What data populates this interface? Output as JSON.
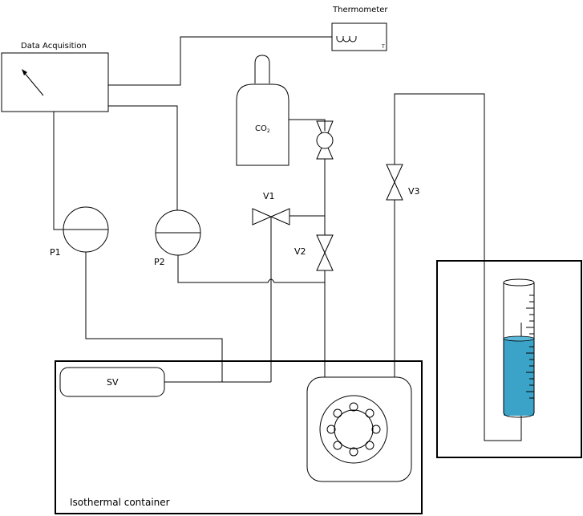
{
  "labels": {
    "thermometer": "Thermometer",
    "data_acquisition": "Data Acquisition",
    "gas_main": "CO",
    "gas_sub": "2",
    "v1": "V1",
    "v2": "V2",
    "v3": "V3",
    "p1": "P1",
    "p2": "P2",
    "sv": "SV",
    "isothermal": "Isothermal container",
    "thermometer_mark": "T"
  },
  "colors": {
    "liquid": "#3ba3c8"
  }
}
